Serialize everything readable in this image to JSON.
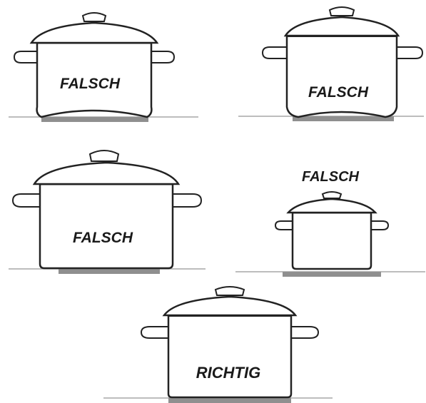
{
  "pots": [
    {
      "id": "pot-1",
      "label": "FALSCH",
      "verdict": "wrong",
      "fault": "pot bottom bulged / deformed"
    },
    {
      "id": "pot-2",
      "label": "FALSCH",
      "verdict": "wrong",
      "fault": "pot bottom concave, not flat"
    },
    {
      "id": "pot-3",
      "label": "FALSCH",
      "verdict": "wrong",
      "fault": "pot diameter larger than cooking zone"
    },
    {
      "id": "pot-4",
      "label": "FALSCH",
      "verdict": "wrong",
      "fault": "pot diameter smaller than cooking zone"
    },
    {
      "id": "pot-5",
      "label": "RICHTIG",
      "verdict": "correct",
      "fault": ""
    }
  ],
  "colors": {
    "outline": "#222222",
    "fill": "#ffffff",
    "hob": "#bdbdbd",
    "zone": "#8f8f8f",
    "text": "#1a1a1a"
  }
}
